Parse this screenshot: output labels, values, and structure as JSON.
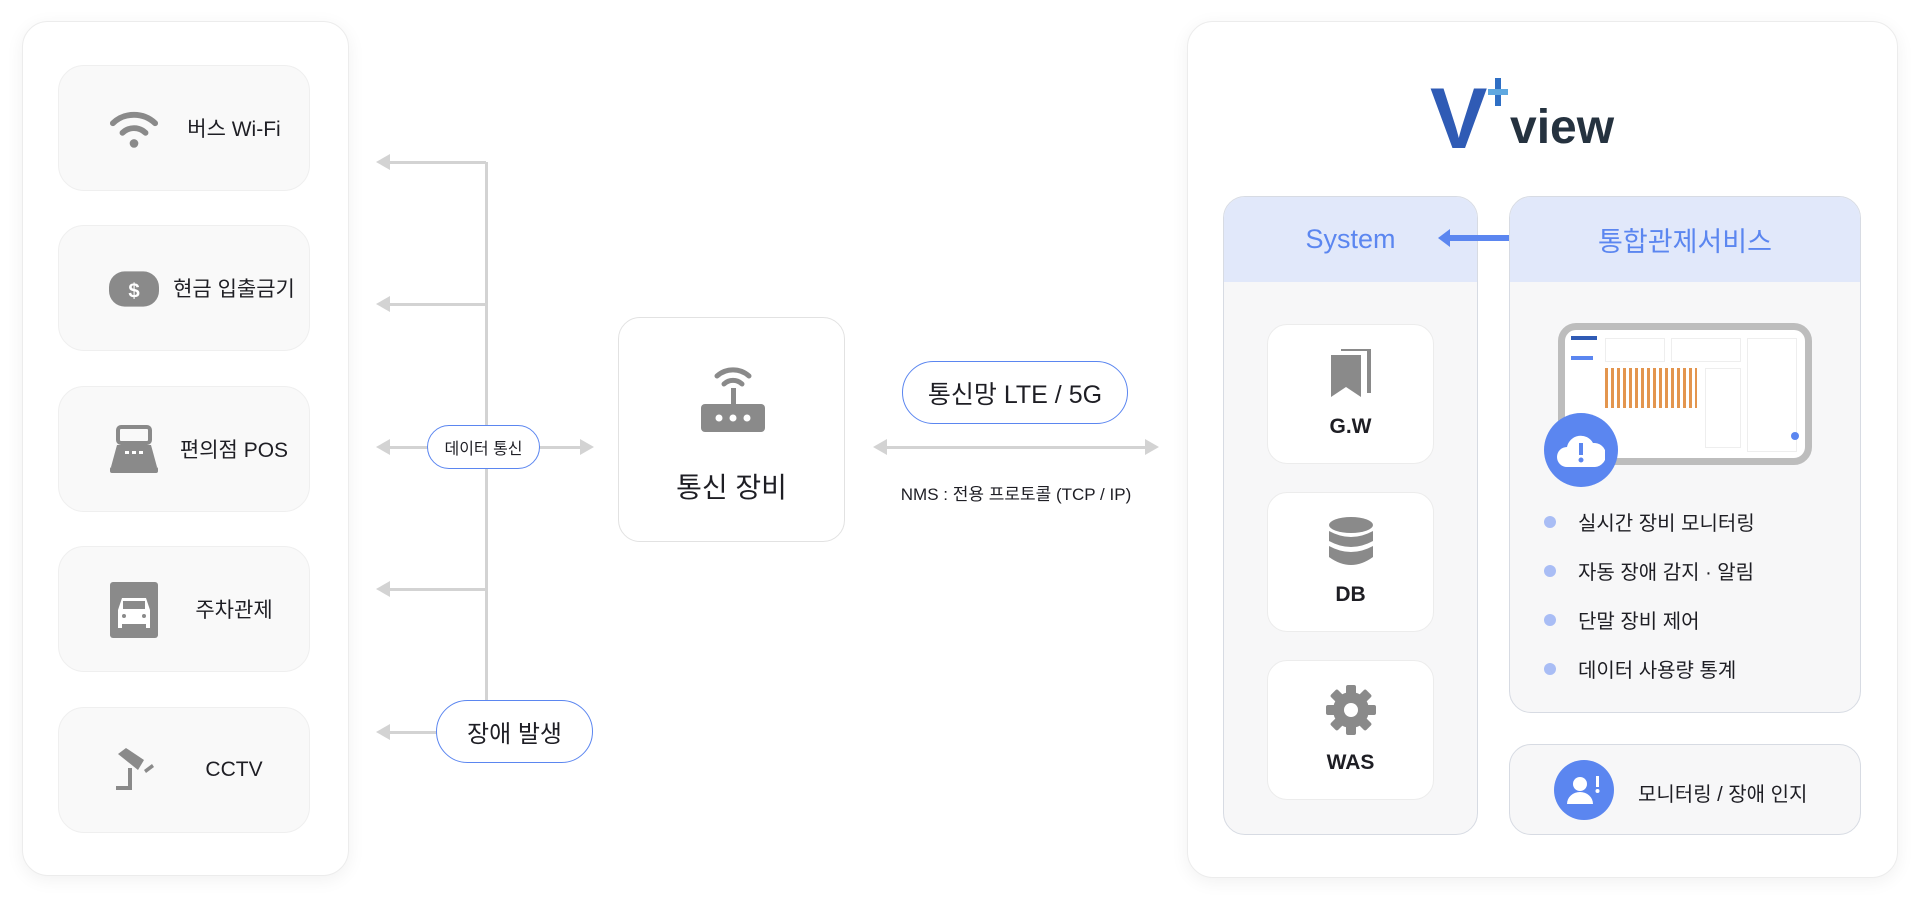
{
  "devices": [
    {
      "label": "버스 Wi-Fi",
      "icon": "wifi-icon"
    },
    {
      "label": "현금 입출금기",
      "icon": "cash-icon"
    },
    {
      "label": "편의점 POS",
      "icon": "pos-register-icon"
    },
    {
      "label": "주차관제",
      "icon": "car-parking-icon"
    },
    {
      "label": "CCTV",
      "icon": "cctv-icon"
    }
  ],
  "links": {
    "data_comm": "데이터 통신",
    "failure": "장애 발생",
    "network": "통신망 LTE / 5G",
    "protocol": "NMS : 전용 프로토콜 (TCP / IP)"
  },
  "comm_device": {
    "label": "통신 장비",
    "icon": "router-icon"
  },
  "vview": {
    "logo_letter": "V",
    "logo_text": "view",
    "system": {
      "title": "System",
      "items": [
        {
          "label": "G.W",
          "icon": "bookmark-icon"
        },
        {
          "label": "DB",
          "icon": "database-icon"
        },
        {
          "label": "WAS",
          "icon": "gear-icon"
        }
      ]
    },
    "service": {
      "title": "통합관제서비스",
      "features": [
        "실시간 장비 모니터링",
        "자동 장애 감지 · 알림",
        "단말 장비 제어",
        "데이터 사용량 통계"
      ]
    },
    "monitor": {
      "label": "모니터링 / 장애 인지",
      "icon": "user-alert-icon"
    }
  },
  "colors": {
    "accent": "#5b86f0",
    "header_bg": "#e1e8fa",
    "icon_gray": "#8a8a8a",
    "logo_blue": "#2f5bb5"
  }
}
